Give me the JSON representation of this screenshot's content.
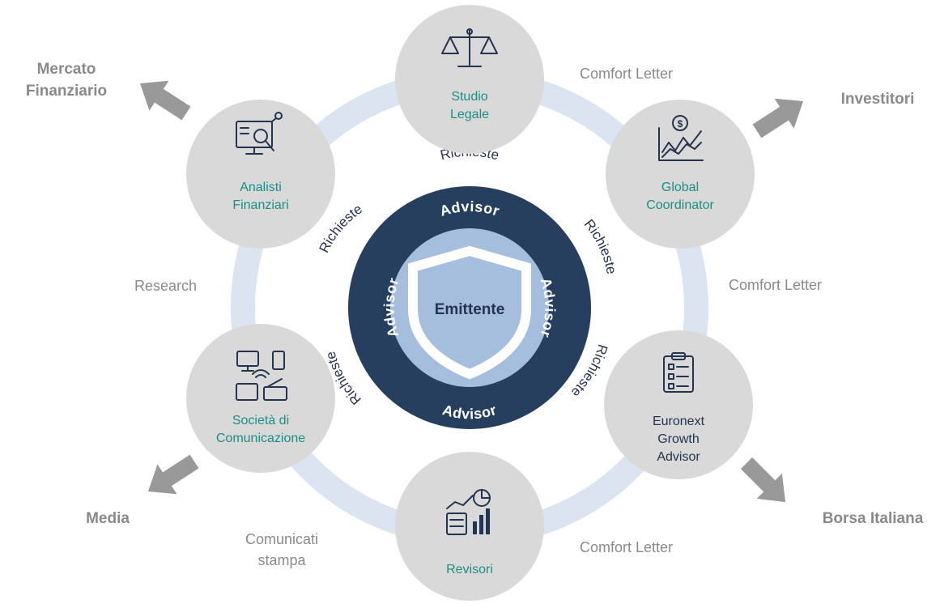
{
  "center": {
    "label": "Emittente",
    "ring_label": "Advisor"
  },
  "nodes": {
    "studio_legale": {
      "lines": [
        "Studio",
        "Legale"
      ],
      "icon": "scales-icon"
    },
    "global_coordinator": {
      "lines": [
        "Global",
        "Coordinator"
      ],
      "icon": "investment-chart-icon"
    },
    "euronext": {
      "lines": [
        "Euronext",
        "Growth",
        "Advisor"
      ],
      "icon": "checklist-clipboard-icon"
    },
    "revisori": {
      "lines": [
        "Revisori"
      ],
      "icon": "audit-charts-icon"
    },
    "societa": {
      "lines": [
        "Società di",
        "Comunicazione"
      ],
      "icon": "media-devices-icon"
    },
    "analisti": {
      "lines": [
        "Analisti",
        "Finanziari"
      ],
      "icon": "analysis-screen-icon"
    }
  },
  "ring_requests": "Richieste",
  "relations": {
    "comfort_top": "Comfort Letter",
    "comfort_right": "Comfort Letter",
    "comfort_bottom": "Comfort Letter",
    "research": "Research",
    "comunicati": [
      "Comunicati",
      "stampa"
    ]
  },
  "external": {
    "mercato": [
      "Mercato",
      "Finanziario"
    ],
    "investitori": "Investitori",
    "media": "Media",
    "borsa": "Borsa Italiana"
  },
  "colors": {
    "node_fill": "#d9d9d9",
    "ring_fill": "#dbe4f0",
    "advisor_ring": "#263f5f",
    "inner_circle": "#a6bede",
    "arrow": "#999999",
    "teal_text": "#1a8f86"
  }
}
